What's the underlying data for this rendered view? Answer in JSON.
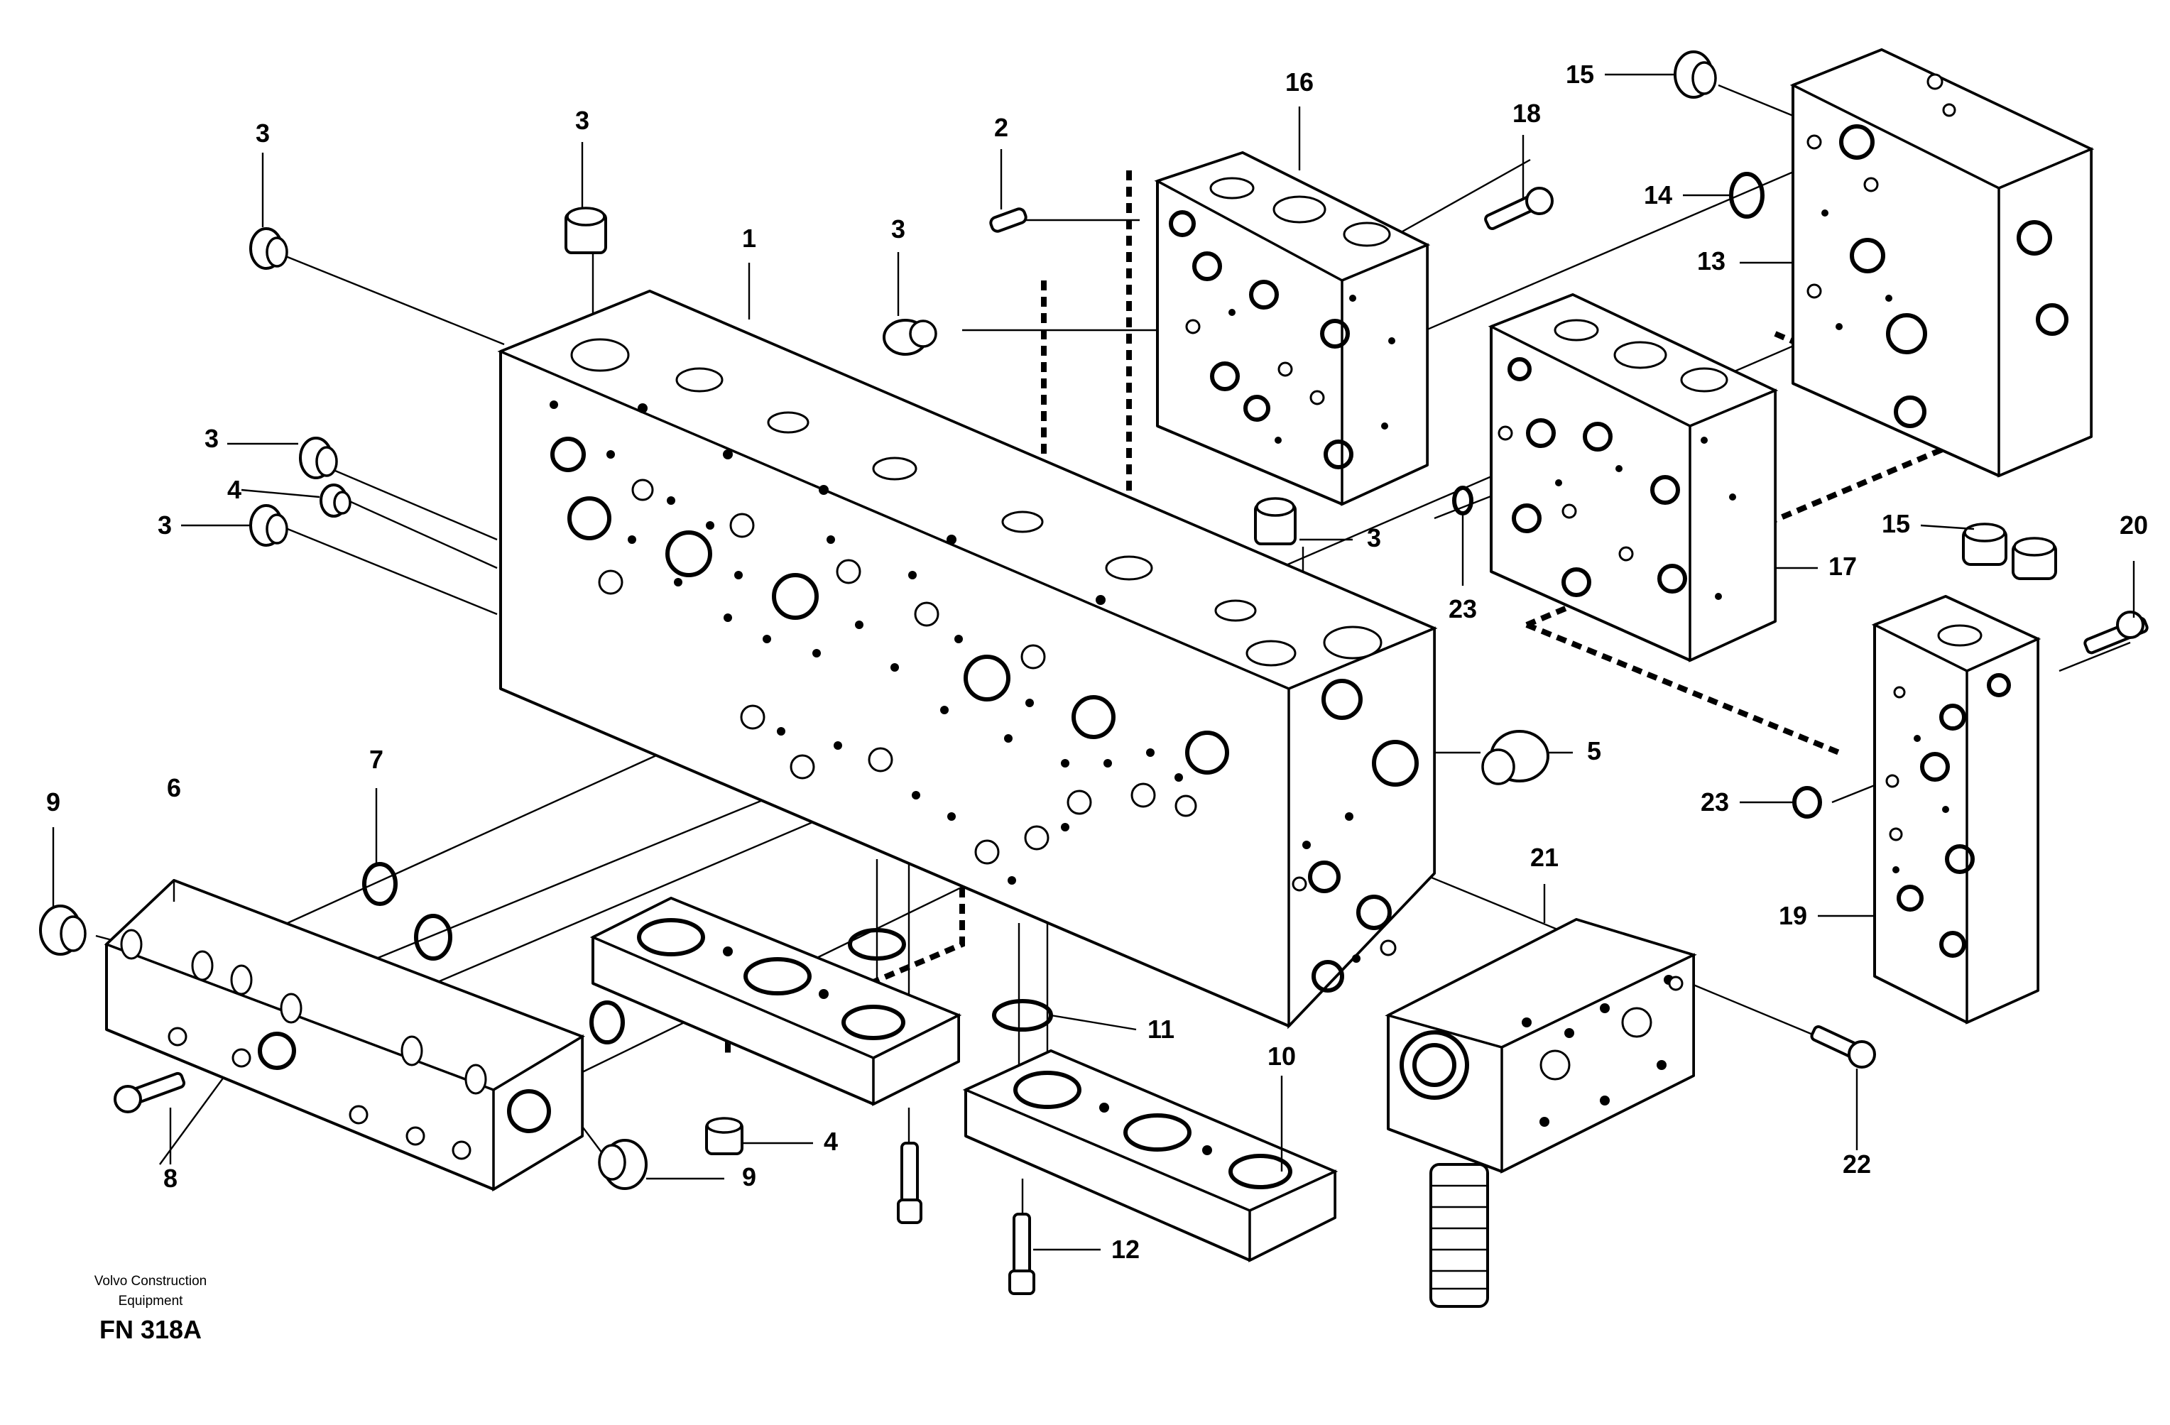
{
  "drawing": {
    "credit_line1": "Volvo Construction",
    "credit_line2": "Equipment",
    "figure_id": "FN 318A"
  },
  "callouts": {
    "c1": "1",
    "c2": "2",
    "c3a": "3",
    "c3b": "3",
    "c3c": "3",
    "c3d": "3",
    "c3e": "3",
    "c3f": "3",
    "c4a": "4",
    "c4b": "4",
    "c5": "5",
    "c6": "6",
    "c7": "7",
    "c8": "8",
    "c9a": "9",
    "c9b": "9",
    "c10": "10",
    "c11": "11",
    "c12": "12",
    "c13": "13",
    "c14": "14",
    "c15a": "15",
    "c15b": "15",
    "c16": "16",
    "c17": "17",
    "c18": "18",
    "c19": "19",
    "c20": "20",
    "c21": "21",
    "c22": "22",
    "c23a": "23",
    "c23b": "23"
  }
}
